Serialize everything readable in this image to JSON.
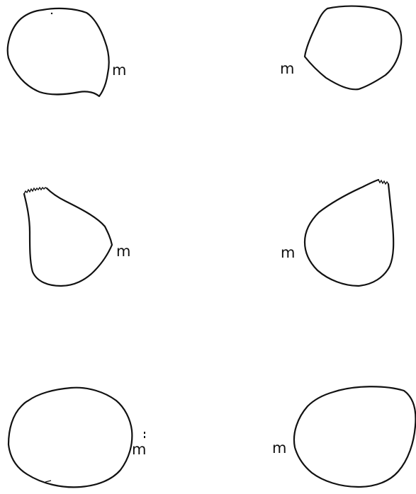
{
  "figure": {
    "panels": [
      {
        "id": "row1-left",
        "label": "m"
      },
      {
        "id": "row1-right",
        "label": "m"
      },
      {
        "id": "row2-left",
        "label": "m"
      },
      {
        "id": "row2-right",
        "label": "m"
      },
      {
        "id": "row3-left",
        "label": "m"
      },
      {
        "id": "row3-right",
        "label": "m"
      }
    ]
  },
  "colors": {
    "ink": "#111111",
    "background": "#ffffff"
  }
}
